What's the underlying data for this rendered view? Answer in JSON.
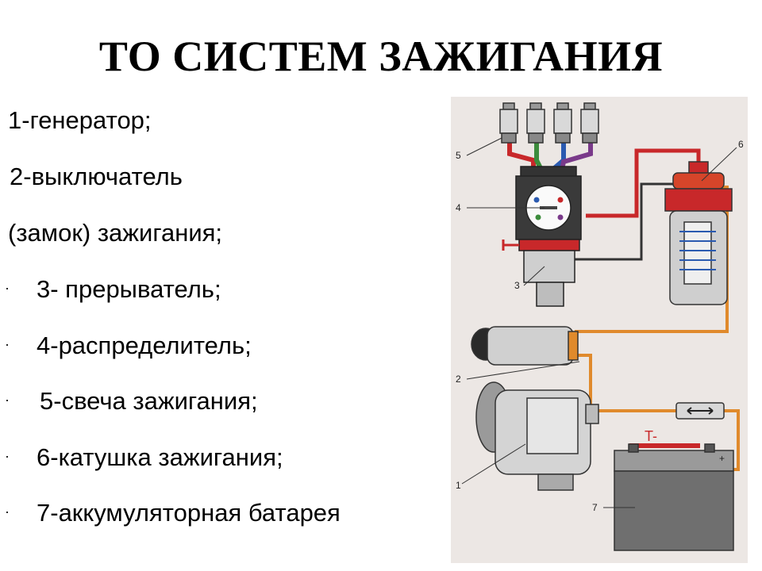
{
  "title": "ТО СИСТЕМ ЗАЖИГАНИЯ",
  "items": [
    "1-генератор;",
    " 2-выключатель",
    "(замок) зажигания;",
    "3- прерыватель;",
    "4-распределитель;",
    " 5-свеча зажигания;",
    "6-катушка зажигания;",
    "7-аккумуляторная батарея"
  ],
  "bullet_glyph": "·",
  "figure": {
    "callouts": [
      "1",
      "2",
      "3",
      "4",
      "5",
      "6",
      "7"
    ],
    "battery_minus": "T-",
    "battery_plus": "+"
  },
  "colors": {
    "wire_red": "#c8282a",
    "wire_orange": "#e08a2c",
    "wire_dark": "#333333",
    "wire_green": "#3c8c3c",
    "wire_blue": "#2a5ab0",
    "wire_purple": "#7a3a8a",
    "figure_bg": "#ece7e4"
  }
}
